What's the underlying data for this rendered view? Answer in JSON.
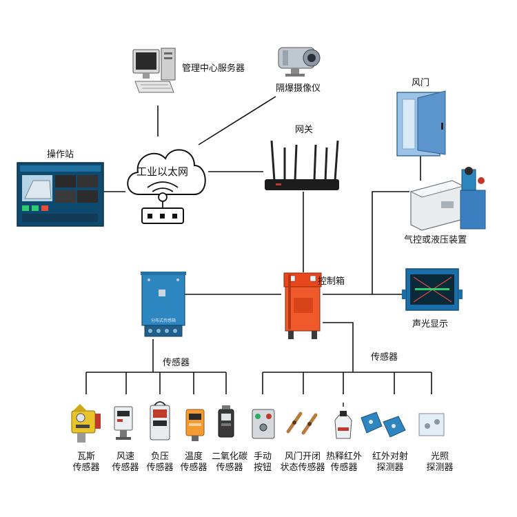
{
  "nodes": {
    "server": "管理中心服务器",
    "camera": "隔爆摄像仪",
    "gateway": "网关",
    "door": "风门",
    "station": "操作站",
    "network": "工业以太网",
    "hydraulic": "气控或液压装置",
    "control_box": "控制箱",
    "display": "声光显示",
    "sensor_box_text": "分布式传感箱"
  },
  "groups": {
    "left_sensors": "传感器",
    "right_sensors": "传感器"
  },
  "sensors_left": [
    {
      "line1": "瓦斯",
      "line2": "传感器"
    },
    {
      "line1": "风速",
      "line2": "传感器"
    },
    {
      "line1": "负压",
      "line2": "传感器"
    },
    {
      "line1": "温度",
      "line2": "传感器"
    },
    {
      "line1": "二氧化碳",
      "line2": "传感器"
    }
  ],
  "sensors_right": [
    {
      "line1": "手动",
      "line2": "按钮"
    },
    {
      "line1": "风门开闭",
      "line2": "状态传感器"
    },
    {
      "line1": "热释红外",
      "line2": "传感器"
    },
    {
      "line1": "红外对射",
      "line2": "探测器"
    },
    {
      "line1": "光照",
      "line2": "探测器"
    }
  ],
  "colors": {
    "line": "#111111",
    "cabinet_blue": "#2e86c1",
    "control_orange": "#e8461c",
    "display_screen": "#0a2a3a",
    "door_blue": "#6fa8dc"
  }
}
